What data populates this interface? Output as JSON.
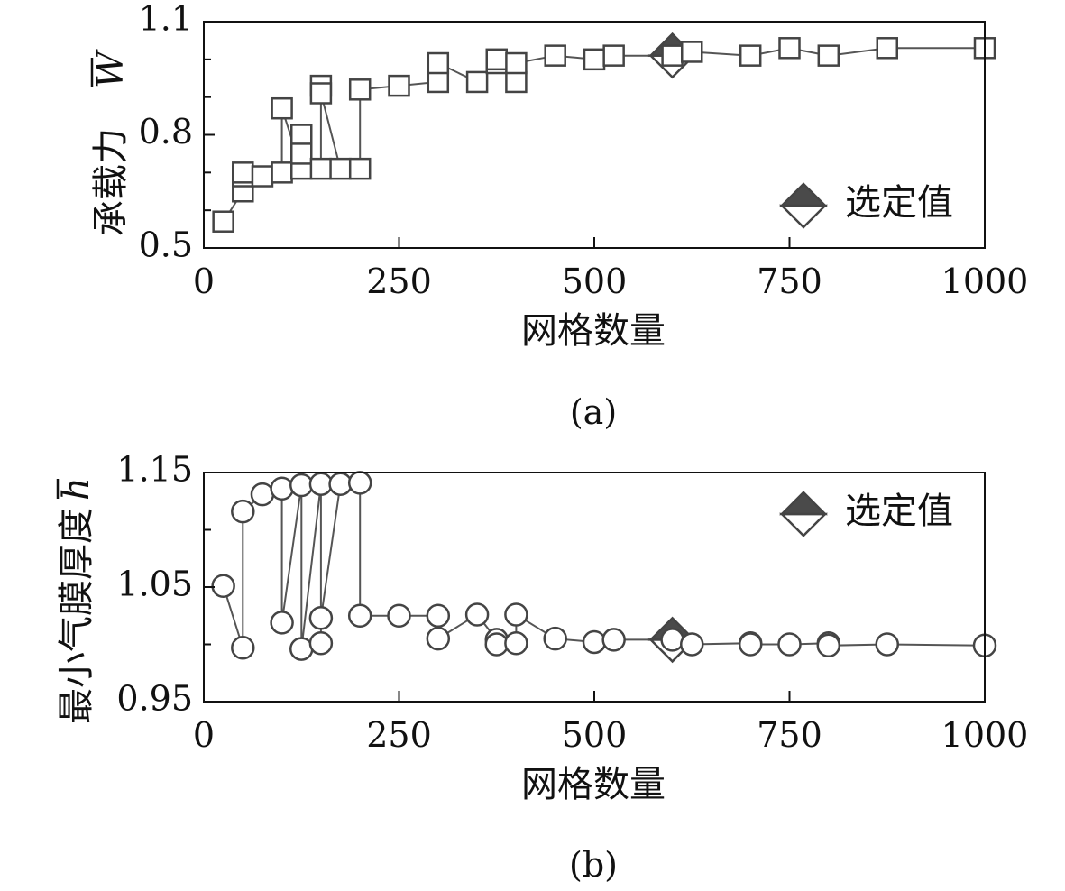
{
  "chart_data": [
    {
      "type": "line",
      "panel_label": "(a)",
      "xlabel": "网格数量",
      "ylabel": "承载力",
      "ylabel_symbol": "W",
      "xlim": [
        0,
        1000
      ],
      "ylim": [
        0.5,
        1.1
      ],
      "xticks": [
        "0",
        "250",
        "500",
        "750",
        "1000"
      ],
      "yticks": [
        "0.5",
        "0.8",
        "1.1"
      ],
      "yticks_minor": [
        0.6,
        0.7,
        0.9,
        1.0
      ],
      "marker": "square",
      "series": [
        {
          "values": [
            {
              "x": 25,
              "y": 0.57
            },
            {
              "x": 50,
              "y": 0.65
            },
            {
              "x": 50,
              "y": 0.69
            },
            {
              "x": 50,
              "y": 0.7
            },
            {
              "x": 75,
              "y": 0.69
            },
            {
              "x": 100,
              "y": 0.7
            },
            {
              "x": 100,
              "y": 0.87
            },
            {
              "x": 125,
              "y": 0.71
            },
            {
              "x": 125,
              "y": 0.8
            },
            {
              "x": 125,
              "y": 0.75
            },
            {
              "x": 150,
              "y": 0.71
            },
            {
              "x": 150,
              "y": 0.93
            },
            {
              "x": 150,
              "y": 0.91
            },
            {
              "x": 175,
              "y": 0.71
            },
            {
              "x": 200,
              "y": 0.71
            },
            {
              "x": 200,
              "y": 0.92
            },
            {
              "x": 250,
              "y": 0.93
            },
            {
              "x": 300,
              "y": 0.94
            },
            {
              "x": 300,
              "y": 0.99
            },
            {
              "x": 350,
              "y": 0.94
            },
            {
              "x": 375,
              "y": 0.99
            },
            {
              "x": 375,
              "y": 1.0
            },
            {
              "x": 400,
              "y": 0.94
            },
            {
              "x": 400,
              "y": 0.99
            },
            {
              "x": 450,
              "y": 1.01
            },
            {
              "x": 500,
              "y": 1.0
            },
            {
              "x": 525,
              "y": 1.01
            },
            {
              "x": 600,
              "y": 1.01
            },
            {
              "x": 625,
              "y": 1.02
            },
            {
              "x": 700,
              "y": 1.01
            },
            {
              "x": 750,
              "y": 1.03
            },
            {
              "x": 800,
              "y": 1.01
            },
            {
              "x": 875,
              "y": 1.03
            },
            {
              "x": 1000,
              "y": 1.03
            }
          ]
        }
      ],
      "selected_point": {
        "x": 600,
        "y": 1.01
      },
      "legend": {
        "label": "选定值",
        "position": "right-middle"
      }
    },
    {
      "type": "line",
      "panel_label": "(b)",
      "xlabel": "网格数量",
      "ylabel": "最小气膜厚度",
      "ylabel_symbol": "h",
      "xlim": [
        0,
        1000
      ],
      "ylim": [
        0.95,
        1.15
      ],
      "xticks": [
        "0",
        "250",
        "500",
        "750",
        "1000"
      ],
      "yticks": [
        "0.95",
        "1.05",
        "1.15"
      ],
      "yticks_minor": [
        1.0,
        1.1
      ],
      "marker": "circle",
      "series": [
        {
          "values": [
            {
              "x": 25,
              "y": 1.051
            },
            {
              "x": 50,
              "y": 0.997
            },
            {
              "x": 50,
              "y": 1.116
            },
            {
              "x": 75,
              "y": 1.131
            },
            {
              "x": 100,
              "y": 1.136
            },
            {
              "x": 100,
              "y": 1.019
            },
            {
              "x": 125,
              "y": 1.139
            },
            {
              "x": 125,
              "y": 0.996
            },
            {
              "x": 150,
              "y": 1.14
            },
            {
              "x": 150,
              "y": 1.001
            },
            {
              "x": 150,
              "y": 1.023
            },
            {
              "x": 175,
              "y": 1.14
            },
            {
              "x": 200,
              "y": 1.141
            },
            {
              "x": 200,
              "y": 1.025
            },
            {
              "x": 250,
              "y": 1.025
            },
            {
              "x": 300,
              "y": 1.025
            },
            {
              "x": 300,
              "y": 1.005
            },
            {
              "x": 350,
              "y": 1.026
            },
            {
              "x": 375,
              "y": 1.004
            },
            {
              "x": 375,
              "y": 1.0
            },
            {
              "x": 400,
              "y": 1.001
            },
            {
              "x": 400,
              "y": 1.026
            },
            {
              "x": 450,
              "y": 1.005
            },
            {
              "x": 500,
              "y": 1.002
            },
            {
              "x": 525,
              "y": 1.004
            },
            {
              "x": 600,
              "y": 1.004
            },
            {
              "x": 625,
              "y": 1.0
            },
            {
              "x": 700,
              "y": 1.001
            },
            {
              "x": 700,
              "y": 1.0
            },
            {
              "x": 750,
              "y": 1.0
            },
            {
              "x": 800,
              "y": 1.001
            },
            {
              "x": 800,
              "y": 0.999
            },
            {
              "x": 875,
              "y": 1.0
            },
            {
              "x": 1000,
              "y": 0.999
            }
          ]
        }
      ],
      "selected_point": {
        "x": 600,
        "y": 1.004
      },
      "legend": {
        "label": "选定值",
        "position": "top-right"
      }
    }
  ],
  "colors": {
    "axis": "#111111",
    "line": "#555555",
    "marker_edge": "#444444",
    "marker_fill": "#ffffff",
    "selected_fill": "#4a4a4a"
  }
}
